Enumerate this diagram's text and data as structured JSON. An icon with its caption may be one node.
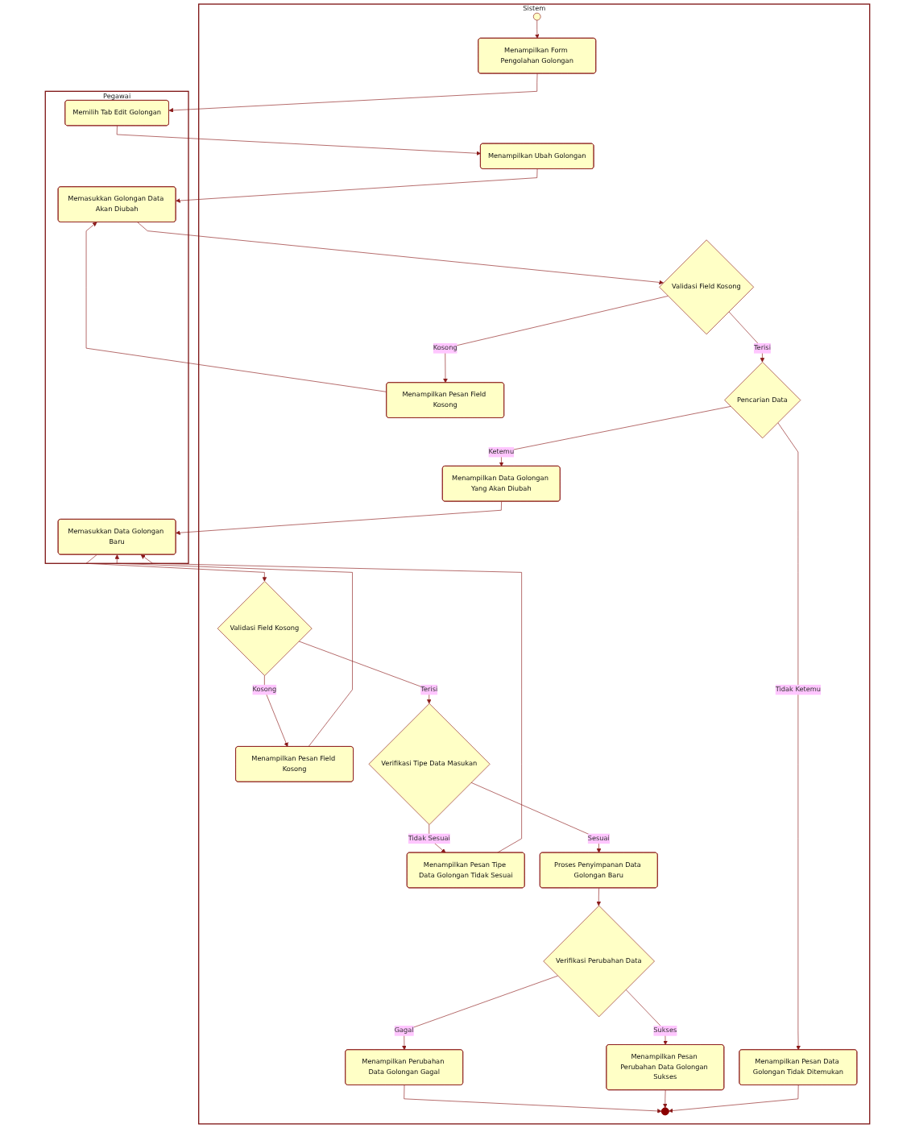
{
  "diagram": {
    "nodes": [
      {
        "text": [
          "Pegawai"
        ]
      },
      {
        "text": [
          "Sistem"
        ]
      },
      {
        "text": [],
        "shape": "circle",
        "in": 1
      },
      {
        "text": [
          "Menampilkan Form Pengolahan Golongan"
        ],
        "in": 1
      },
      {
        "text": [
          "Memilih Tab Edit Golongan"
        ],
        "in": 0
      },
      {
        "text": [
          "Menampilkan Ubah Golongan"
        ],
        "in": 1
      },
      {
        "text": [
          "Memasukkan Golongan Data Akan Diubah"
        ],
        "in": 0
      },
      {
        "text": [
          "Menampilkan Pesan Field Kosong"
        ],
        "in": 1
      },
      {
        "text": [
          "Validasi Field Kosong"
        ],
        "in": 1
      },
      {
        "text": [
          "Pencarian Data"
        ],
        "in": 1
      },
      {
        "text": [
          "Menampilkan Pesan Data Golongan Tidak Ditemukan"
        ],
        "in": 1
      },
      {
        "text": [
          "Memasukkan Data Golongan Baru"
        ],
        "in": 0
      },
      {
        "text": [
          "Menampilkan Data Golongan Yang Akan Diubah"
        ],
        "in": 1
      },
      {
        "text": [
          "Validasi Field Kosong"
        ],
        "in": 1
      },
      {
        "text": [
          "Menampilkan Pesan Field Kosong"
        ],
        "in": 1
      },
      {
        "text": [
          "Menampilkan Pesan Tipe Data Golongan Tidak Sesuai"
        ],
        "in": 1
      },
      {
        "text": [
          "Verifikasi Tipe Data Masukan"
        ],
        "in": 1
      },
      {
        "text": [
          "Proses Penyimpanan Data Golongan Baru"
        ],
        "in": 1
      },
      {
        "text": [
          "Verifikasi Perubahan Data"
        ],
        "in": 1
      },
      {
        "text": [
          "Menampilkan Perubahan Data Golongan Gagal"
        ],
        "in": 1
      },
      {
        "text": [
          "Menampilkan Pesan Perubahan Data Golongan Sukses"
        ],
        "in": 1
      },
      {
        "text": [],
        "shape": "bullseye",
        "in": 1
      }
    ],
    "edges": [
      {
        "from": 2,
        "to": 3,
        "arrow": "to"
      },
      {
        "from": 3,
        "to": 4,
        "arrow": "to"
      },
      {
        "from": 4,
        "to": 5,
        "arrow": "to"
      },
      {
        "from": 5,
        "to": 6,
        "arrow": "to"
      },
      {
        "from": 6,
        "to": 8,
        "arrow": "to"
      },
      {
        "from": 8,
        "to": 7,
        "label": "Kosong",
        "arrow": "to"
      },
      {
        "from": 7,
        "to": 6,
        "arrow": "to"
      },
      {
        "from": 8,
        "to": 9,
        "label": "Terisi",
        "arrow": "to"
      },
      {
        "from": 9,
        "to": 10,
        "label": "Tidak Ketemu",
        "arrow": "to"
      },
      {
        "from": 9,
        "to": 12,
        "label": "Ketemu",
        "arrow": "to"
      },
      {
        "from": 12,
        "to": 11,
        "arrow": "to"
      },
      {
        "from": 11,
        "to": 13,
        "arrow": "to"
      },
      {
        "from": 13,
        "to": 14,
        "label": "Kosong",
        "arrow": "to"
      },
      {
        "from": 14,
        "to": 11,
        "arrow": "to"
      },
      {
        "from": 13,
        "to": 16,
        "label": "Terisi",
        "arrow": "to"
      },
      {
        "from": 16,
        "to": 15,
        "label": "Tidak Sesuai",
        "arrow": "to"
      },
      {
        "from": 15,
        "to": 11,
        "arrow": "to"
      },
      {
        "from": 16,
        "to": 17,
        "label": "Sesuai",
        "arrow": "to"
      },
      {
        "from": 17,
        "to": 18,
        "arrow": "to"
      },
      {
        "from": 18,
        "to": 19,
        "label": "Gagal",
        "arrow": "to"
      },
      {
        "from": 18,
        "to": 20,
        "label": "Sukses",
        "arrow": "to"
      },
      {
        "from": 19,
        "to": 21,
        "arrow": "to"
      },
      {
        "from": 20,
        "to": 21,
        "arrow": "to"
      },
      {
        "from": 10,
        "to": 21,
        "arrow": "to"
      }
    ]
  }
}
